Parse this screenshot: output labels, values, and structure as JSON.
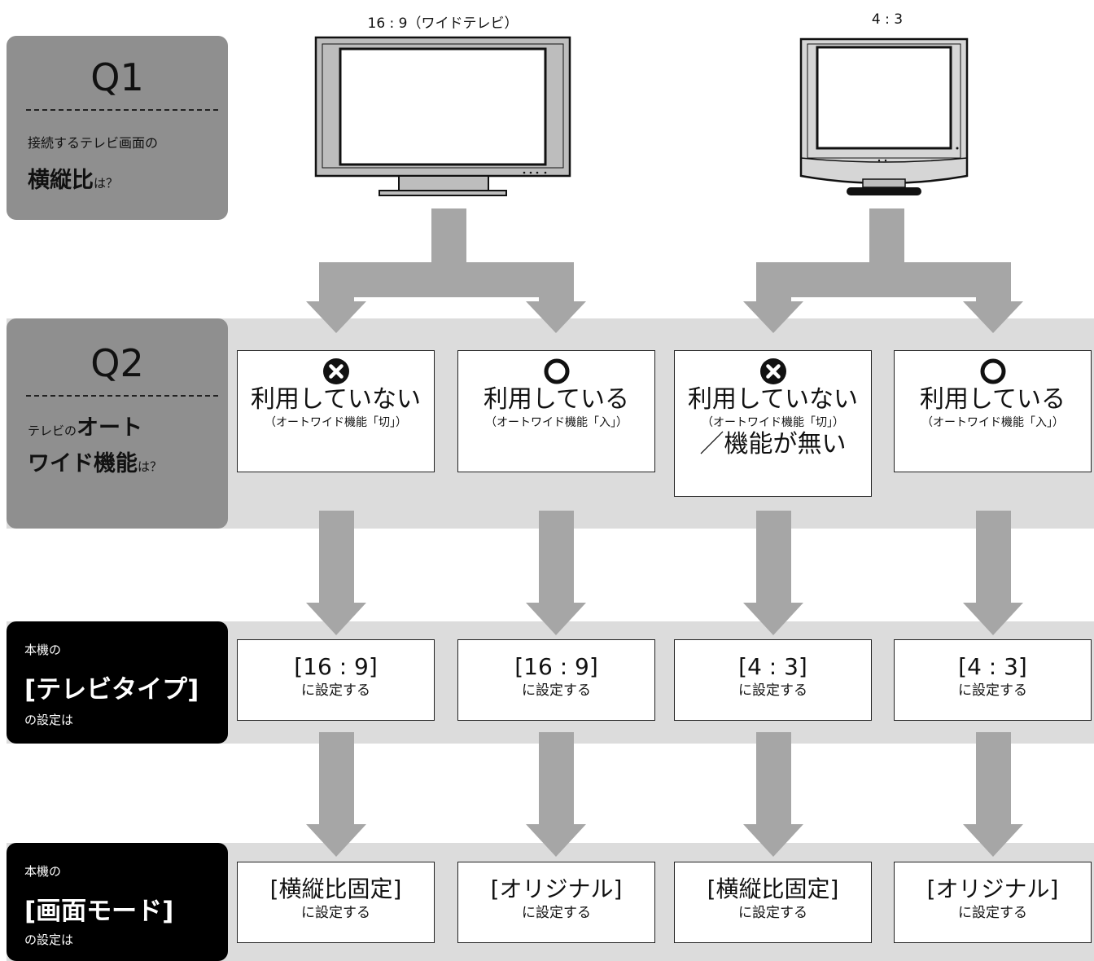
{
  "colors": {
    "band": "#dcdcdc",
    "arrow": "#a6a6a6",
    "gray_label": "#8f8f8f",
    "black_label": "#000000"
  },
  "tv_labels": {
    "wide": "16 : 9（ワイドテレビ）",
    "standard": "4 : 3"
  },
  "q1": {
    "title": "Q1",
    "line1": "接続するテレビ画面の",
    "big": "横縦比",
    "suffix": "は？"
  },
  "q2": {
    "title": "Q2",
    "pre": "テレビの",
    "big1": "オート",
    "big2": "ワイド機能",
    "suffix": "は？"
  },
  "tvtype": {
    "pre": "本機の",
    "big": "[テレビタイプ]",
    "post": "の設定は"
  },
  "screenmode": {
    "pre": "本機の",
    "big": "[画面モード]",
    "post": "の設定は"
  },
  "options": [
    {
      "icon": "cross-circle-icon",
      "main": "利用していない",
      "sub": "（オートワイド機能「切」）",
      "extra": ""
    },
    {
      "icon": "circle-icon",
      "main": "利用している",
      "sub": "（オートワイド機能「入」）",
      "extra": ""
    },
    {
      "icon": "cross-circle-icon",
      "main": "利用していない",
      "sub": "（オートワイド機能「切」）",
      "extra": "／機能が無い"
    },
    {
      "icon": "circle-icon",
      "main": "利用している",
      "sub": "（オートワイド機能「入」）",
      "extra": ""
    }
  ],
  "tvtype_results": [
    {
      "main": "[16 : 9]",
      "sub": "に設定する"
    },
    {
      "main": "[16 : 9]",
      "sub": "に設定する"
    },
    {
      "main": "[4 : 3]",
      "sub": "に設定する"
    },
    {
      "main": "[4 : 3]",
      "sub": "に設定する"
    }
  ],
  "screenmode_results": [
    {
      "main": "[横縦比固定]",
      "sub": "に設定する"
    },
    {
      "main": "[オリジナル]",
      "sub": "に設定する"
    },
    {
      "main": "[横縦比固定]",
      "sub": "に設定する"
    },
    {
      "main": "[オリジナル]",
      "sub": "に設定する"
    }
  ]
}
